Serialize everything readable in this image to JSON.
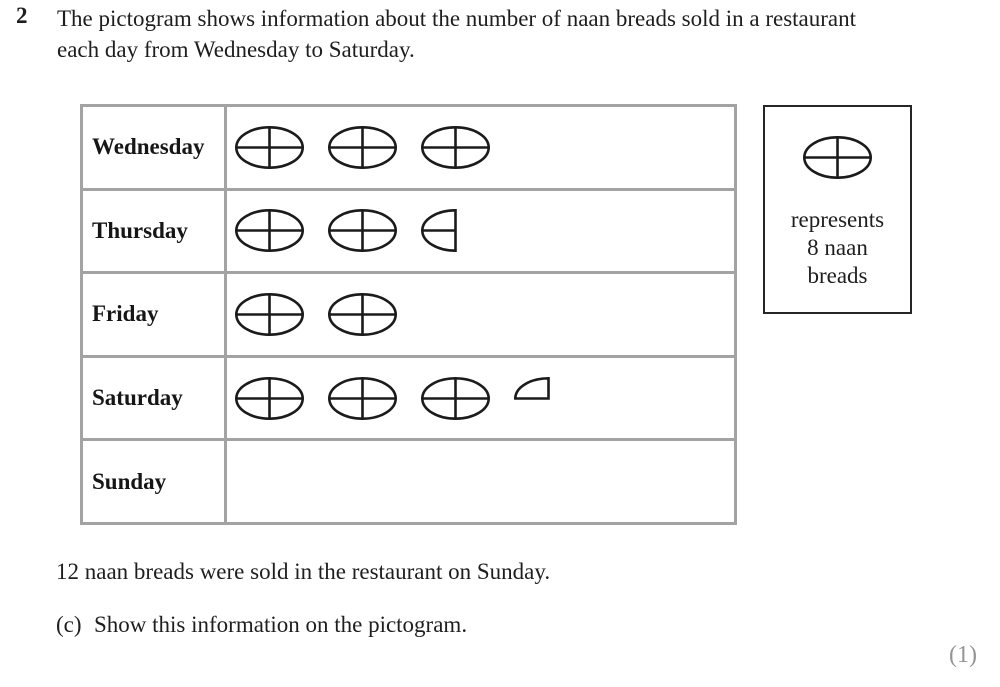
{
  "question": {
    "number": "2",
    "text_lines": [
      "The pictogram shows information about the number of naan breads sold in a restaurant",
      "each day from Wednesday to Saturday."
    ]
  },
  "pictogram": {
    "rows": [
      {
        "day": "Wednesday",
        "symbols": 3,
        "naan_breads": 24
      },
      {
        "day": "Thursday",
        "symbols": 2.5,
        "naan_breads": 20
      },
      {
        "day": "Friday",
        "symbols": 2,
        "naan_breads": 16
      },
      {
        "day": "Saturday",
        "symbols": 3.25,
        "naan_breads": 26
      },
      {
        "day": "Sunday",
        "symbols": 0,
        "naan_breads": null
      }
    ]
  },
  "key": {
    "symbol_icon": "naan-symbol-icon",
    "lines": [
      "represents",
      "8 naan",
      "breads"
    ]
  },
  "statement": "12 naan breads were sold in the restaurant on Sunday.",
  "part": {
    "label": "(c)",
    "text": "Show this information on the pictogram."
  },
  "marks": "(1)",
  "colors": {
    "text": "#1e1e1e",
    "table_border": "#a3a3a3",
    "key_border": "#262626",
    "symbol_stroke": "#1b1b1b",
    "marks_text": "#949494",
    "background": "#ffffff"
  },
  "chart_data": {
    "type": "pictogram",
    "categories": [
      "Wednesday",
      "Thursday",
      "Friday",
      "Saturday",
      "Sunday"
    ],
    "symbols_shown": [
      3,
      2.5,
      2,
      3.25,
      0
    ],
    "values": [
      24,
      20,
      16,
      26,
      null
    ],
    "key_symbol_value": 8,
    "key_text": "represents 8 naan breads",
    "unit": "naan breads",
    "sunday_value_stated_in_text": 12,
    "legend_position": "right"
  }
}
